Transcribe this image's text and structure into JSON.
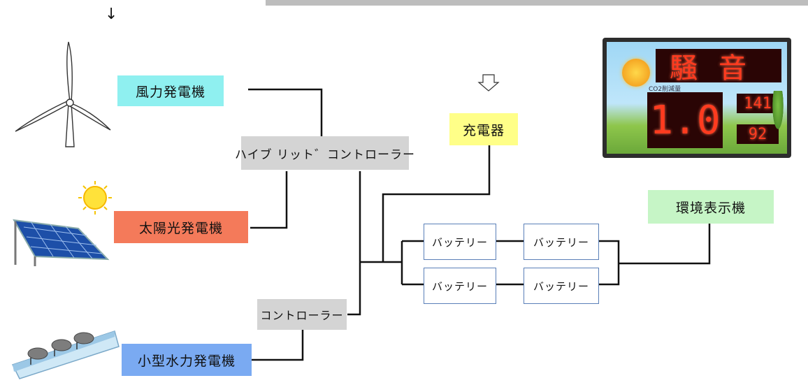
{
  "arrow_glyph": "↓",
  "nodes": {
    "wind": "風力発電機",
    "solar": "太陽光発電機",
    "hydro": "小型水力発電機",
    "hybrid_controller": "ハイブ リット゛コントローラー",
    "controller": "コントローラー",
    "charger": "充電器",
    "display": "環境表示機",
    "battery_1": "バッテリー",
    "battery_2": "バッテリー",
    "battery_3": "バッテリー",
    "battery_4": "バッテリー"
  },
  "display_panel": {
    "title": "騒音",
    "main_value": "1.0",
    "sub_value_1": "141",
    "sub_value_2": "92",
    "label": "CO2削減量"
  },
  "colors": {
    "wind": "#8ff0f0",
    "solar": "#f47a5a",
    "hydro": "#7aaaf2",
    "charger": "#ffff88",
    "display": "#c6f5c6",
    "controller": "#d4d4d4",
    "wire": "#111111"
  }
}
